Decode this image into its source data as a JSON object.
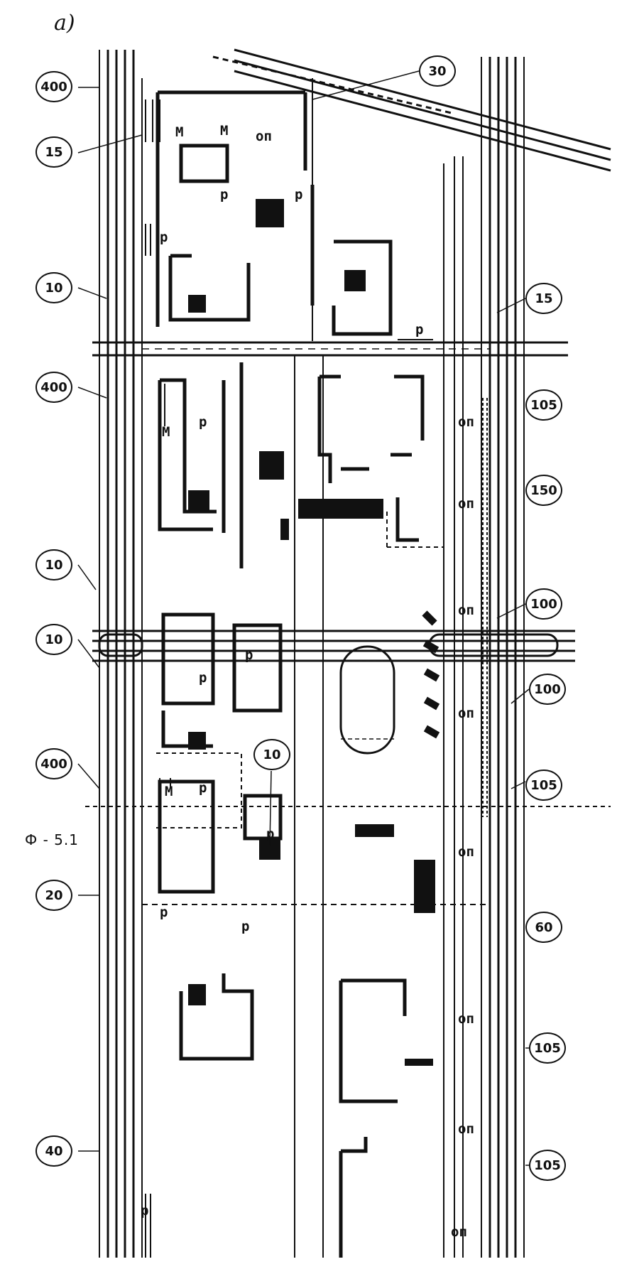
{
  "figure_label": "а)",
  "section_label": "Ф - 5.1",
  "callouts_left": [
    "400",
    "15",
    "10",
    "400",
    "10",
    "10",
    "400",
    "20",
    "40"
  ],
  "callouts_right": [
    "30",
    "15",
    "105",
    "150",
    "100",
    "100",
    "105",
    "60",
    "105",
    "105"
  ],
  "callout_inner": "10",
  "symbols": {
    "parking": "р",
    "stop": "оп",
    "metro": "М"
  }
}
